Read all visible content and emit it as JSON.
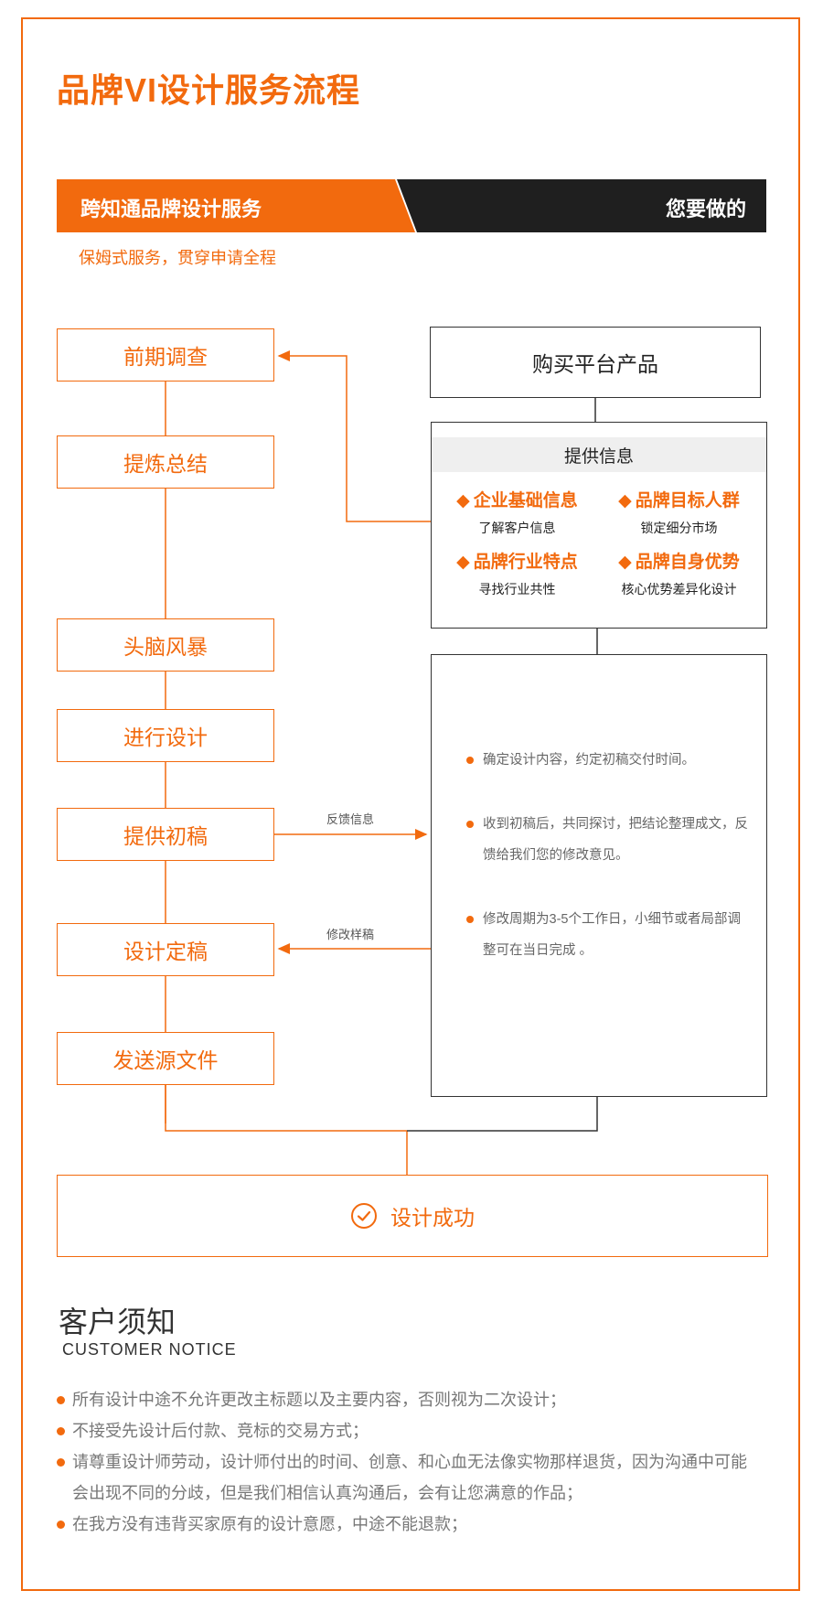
{
  "header": {
    "title": "品牌VI设计服务流程",
    "banner_left": "跨知通品牌设计服务",
    "banner_right": "您要做的",
    "subtitle": "保姆式服务，贯穿申请全程"
  },
  "steps": [
    {
      "label": "前期调查"
    },
    {
      "label": "提炼总结"
    },
    {
      "label": "头脑风暴"
    },
    {
      "label": "进行设计"
    },
    {
      "label": "提供初稿"
    },
    {
      "label": "设计定稿"
    },
    {
      "label": "发送源文件"
    }
  ],
  "buy_box": {
    "label": "购买平台产品"
  },
  "info_box": {
    "heading": "提供信息",
    "items": [
      {
        "title": "企业基础信息",
        "desc": "了解客户信息"
      },
      {
        "title": "品牌目标人群",
        "desc": "锁定细分市场"
      },
      {
        "title": "品牌行业特点",
        "desc": "寻找行业共性"
      },
      {
        "title": "品牌自身优势",
        "desc": "核心优势差异化设计"
      }
    ]
  },
  "notes_box": {
    "items": [
      "确定设计内容，约定初稿交付时间。",
      "收到初稿后，共同探讨，把结论整理成文，反馈给我们您的修改意见。",
      "修改周期为3-5个工作日，小细节或者局部调整可在当日完成 。"
    ]
  },
  "edges": {
    "feedback_label": "反馈信息",
    "revise_label": "修改样稿"
  },
  "success": {
    "label": "设计成功",
    "icon": "check-circle-icon"
  },
  "notice": {
    "title": "客户须知",
    "subtitle": "CUSTOMER NOTICE",
    "rules": [
      "所有设计中途不允许更改主标题以及主要内容，否则视为二次设计；",
      "不接受先设计后付款、竞标的交易方式；",
      "请尊重设计师劳动，设计师付出的时间、创意、和心血无法像实物那样退货，因为沟通中可能会出现不同的分歧，但是我们相信认真沟通后，会有让您满意的作品；",
      "在我方没有违背买家原有的设计意愿，中途不能退款；"
    ]
  },
  "colors": {
    "accent": "#f26a0e",
    "dark": "#1f1f1f",
    "text": "#333333"
  }
}
